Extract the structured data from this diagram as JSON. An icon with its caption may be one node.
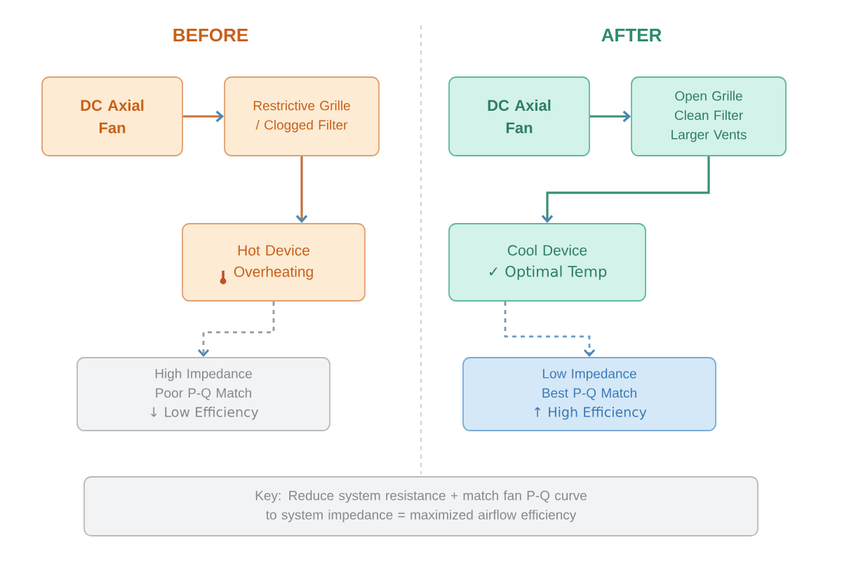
{
  "diagram": {
    "nodes": [
      {
        "text": [
          "DC Axial Fan"
        ]
      },
      {
        "text": [
          "Restrictive Grille / Clogged Filter"
        ]
      },
      {
        "text": [
          "Hot Device",
          "Overheating"
        ]
      },
      {
        "text": [
          "High Impedance",
          "Poor P-Q Match",
          "↓ Low Efficiency"
        ]
      },
      {
        "text": [
          "DC Axial Fan"
        ]
      },
      {
        "text": [
          "Open Grille",
          "Clean Filter",
          "Larger Vents"
        ]
      },
      {
        "text": [
          "Cool Device",
          "✓ Optimal Temp"
        ]
      },
      {
        "text": [
          "Low Impedance",
          "Best P-Q Match",
          "↑ High Efficiency"
        ]
      },
      {
        "text": [
          "Key: Reduce system resistance + match fan P-Q curve to system impedance = maximized airflow efficiency"
        ]
      }
    ],
    "edges": [
      {
        "from": 0,
        "to": 1,
        "arrow": "to",
        "color": "#c8703a"
      },
      {
        "from": 1,
        "to": 2,
        "arrow": "to",
        "color": "#c8703a"
      },
      {
        "from": 2,
        "to": 3,
        "arrow": "to",
        "style": "dashed",
        "color": "#9a9a9a"
      },
      {
        "from": 4,
        "to": 5,
        "arrow": "to",
        "color": "#3a8f78"
      },
      {
        "from": 5,
        "to": 6,
        "arrow": "to",
        "color": "#3a8f78"
      },
      {
        "from": 6,
        "to": 7,
        "arrow": "to",
        "style": "dashed",
        "color": "#6a9cc8"
      }
    ],
    "labels": [
      "BEFORE",
      "AFTER"
    ]
  }
}
